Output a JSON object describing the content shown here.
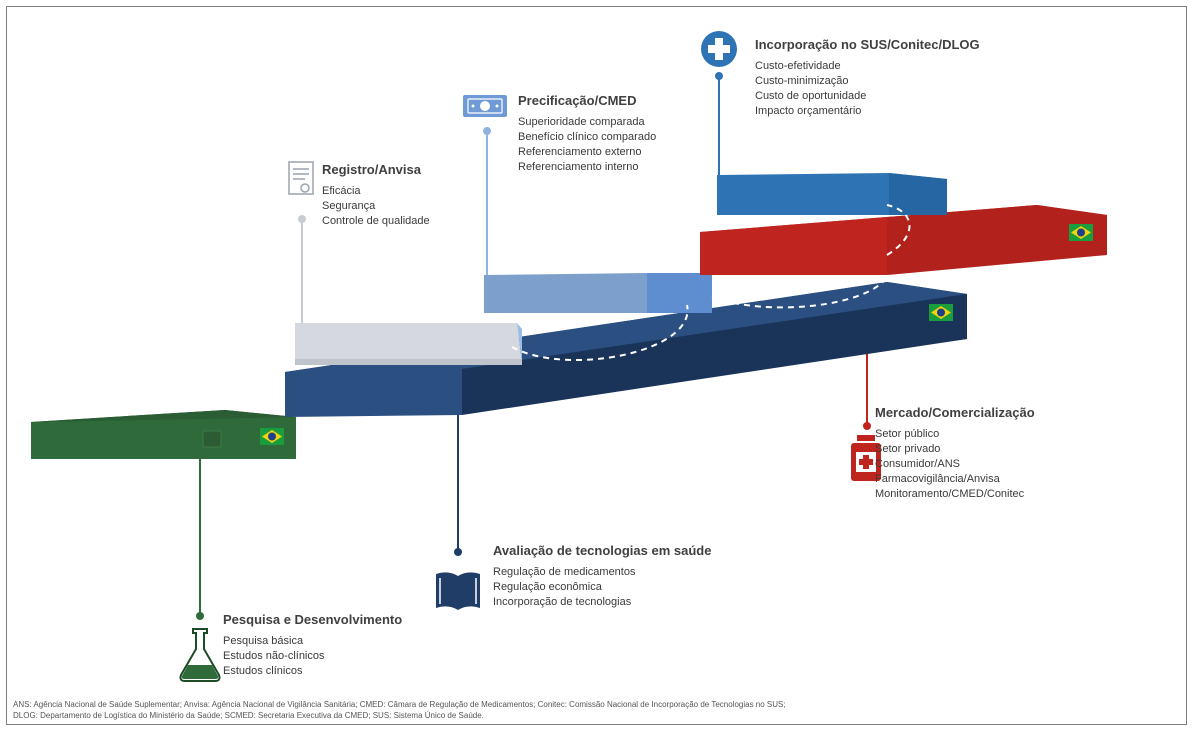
{
  "stages": {
    "pesquisa": {
      "title": "Pesquisa e Desenvolvimento",
      "items": [
        "Pesquisa básica",
        "Estudos não-clínicos",
        "Estudos clínicos"
      ],
      "icon": "flask-icon",
      "color": "#2f6b3a"
    },
    "avaliacao": {
      "title": "Avaliação de tecnologias em saúde",
      "items": [
        "Regulação de medicamentos",
        "Regulação econômica",
        "Incorporação de tecnologias"
      ],
      "icon": "book-icon",
      "color": "#1f3d66"
    },
    "registro": {
      "title": "Registro/Anvisa",
      "items": [
        "Eficácia",
        "Segurança",
        "Controle de qualidade"
      ],
      "icon": "certificate-icon",
      "color": "#c9ccd3"
    },
    "precificacao": {
      "title": "Precificação/CMED",
      "items": [
        "Superioridade comparada",
        "Benefício clínico comparado",
        "Referenciamento externo",
        "Referenciamento interno"
      ],
      "icon": "money-icon",
      "color": "#6f9ad6"
    },
    "incorporacao": {
      "title": "Incorporação no SUS/Conitec/DLOG",
      "items": [
        "Custo-efetividade",
        "Custo-minimização",
        "Custo de oportunidade",
        "Impacto orçamentário"
      ],
      "icon": "plus-circle-icon",
      "color": "#2e74b5"
    },
    "mercado": {
      "title": "Mercado/Comercialização",
      "items": [
        "Setor público",
        "Setor privado",
        "Consumidor/ANS",
        "Farmacovigilância/Anvisa",
        "Monitoramento/CMED/Conitec"
      ],
      "icon": "medicine-bottle-icon",
      "color": "#c0241f"
    }
  },
  "footnote": {
    "line1": "ANS: Agência Nacional de Saúde Suplementar; Anvisa: Agência Nacional de Vigilância Sanitária; CMED: Câmara de Regulação de Medicamentos; Conitec: Comissão Nacional de Incorporação de Tecnologias no SUS;",
    "line2": "DLOG: Departamento de Logística do Ministério da Saúde; SCMED: Secretaria Executiva da CMED; SUS: Sistema Único de Saúde."
  },
  "flag_icon": "brazil-flag-icon"
}
